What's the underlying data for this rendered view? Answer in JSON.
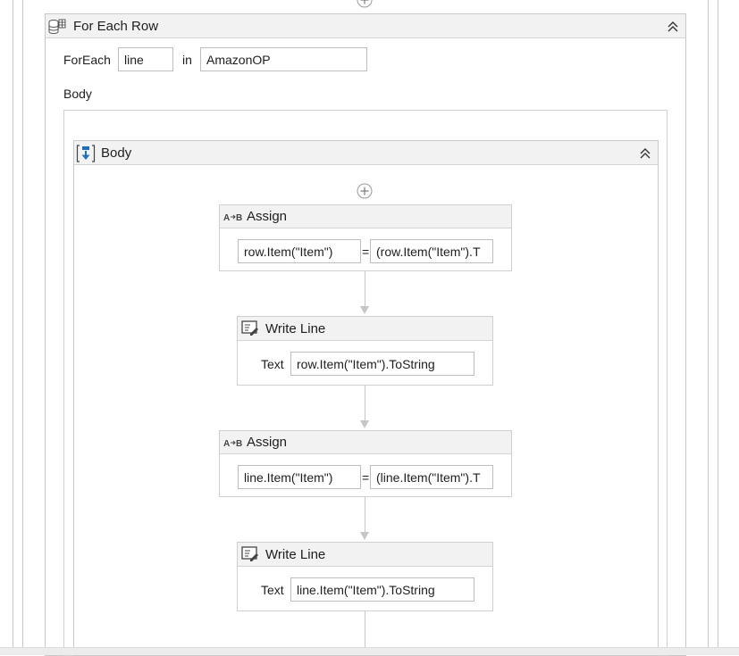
{
  "colors": {
    "header_bg": "#f2f2f2",
    "border": "#cfcfcf",
    "connector": "#c6c6c6",
    "icon_blue": "#1c6fc1"
  },
  "for_each": {
    "title": "For Each Row",
    "foreach_label": "ForEach",
    "item_var": "line",
    "in_label": "in",
    "collection": "AmazonOP",
    "body_label": "Body"
  },
  "sequence": {
    "title": "Body"
  },
  "activities": {
    "assign1": {
      "title": "Assign",
      "to": "row.Item(\"Item\")",
      "eq": "=",
      "value": "(row.Item(\"Item\").T"
    },
    "write1": {
      "title": "Write Line",
      "text_label": "Text",
      "text": "row.Item(\"Item\").ToString"
    },
    "assign2": {
      "title": "Assign",
      "to": "line.Item(\"Item\")",
      "eq": "=",
      "value": "(line.Item(\"Item\").T"
    },
    "write2": {
      "title": "Write Line",
      "text_label": "Text",
      "text": "line.Item(\"Item\").ToString"
    }
  },
  "icons": {
    "for_each": "database-table-icon",
    "sequence": "sequence-icon",
    "assign": "assign-icon",
    "write_line": "write-line-icon",
    "collapse": "collapse-chevron-icon",
    "add": "add-activity-icon"
  }
}
